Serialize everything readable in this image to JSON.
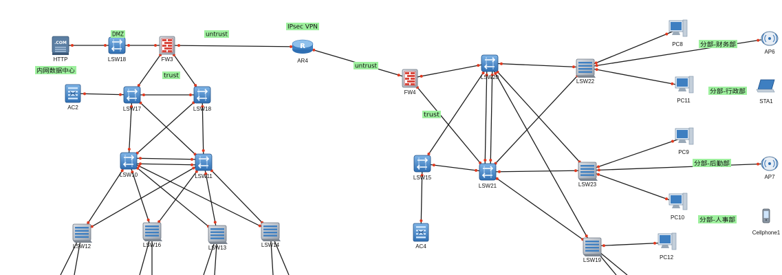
{
  "diagram": {
    "colors": {
      "link": "#1d1d1d",
      "endpoint_dot": "#e0391f",
      "tag_bg": "#9ef09e",
      "device_blue": "#3e7fc1"
    },
    "nodes": [
      {
        "id": "HTTP",
        "label": "HTTP",
        "icon": "server-icon"
      },
      {
        "id": "LSW18a",
        "label": "LSW18",
        "icon": "switch-icon"
      },
      {
        "id": "FW3",
        "label": "FW3",
        "icon": "firewall-icon"
      },
      {
        "id": "AR4",
        "label": "AR4",
        "icon": "router-icon"
      },
      {
        "id": "AC2",
        "label": "AC2",
        "icon": "ac-controller-icon"
      },
      {
        "id": "LSW17",
        "label": "LSW17",
        "icon": "switch-icon"
      },
      {
        "id": "LSW18b",
        "label": "LSW18",
        "icon": "switch-icon"
      },
      {
        "id": "LSW10",
        "label": "LSW10",
        "icon": "switch-icon"
      },
      {
        "id": "LSW11",
        "label": "LSW11",
        "icon": "switch-icon"
      },
      {
        "id": "LSW12",
        "label": "LSW12",
        "icon": "access-switch-icon"
      },
      {
        "id": "LSW16",
        "label": "LSW16",
        "icon": "access-switch-icon"
      },
      {
        "id": "LSW13",
        "label": "LSW13",
        "icon": "access-switch-icon"
      },
      {
        "id": "LSW14",
        "label": "LSW14",
        "icon": "access-switch-icon"
      },
      {
        "id": "FW4",
        "label": "FW4",
        "icon": "firewall-icon"
      },
      {
        "id": "LSW20",
        "label": "LSW20",
        "icon": "switch-icon"
      },
      {
        "id": "LSW21",
        "label": "LSW21",
        "icon": "switch-icon"
      },
      {
        "id": "LSW15",
        "label": "LSW15",
        "icon": "switch-icon"
      },
      {
        "id": "AC4",
        "label": "AC4",
        "icon": "ac-controller-icon"
      },
      {
        "id": "LSW22",
        "label": "LSW22",
        "icon": "access-switch-icon"
      },
      {
        "id": "LSW23",
        "label": "LSW23",
        "icon": "access-switch-icon"
      },
      {
        "id": "LSW19",
        "label": "LSW19",
        "icon": "access-switch-icon"
      },
      {
        "id": "PC8",
        "label": "PC8",
        "icon": "pc-icon"
      },
      {
        "id": "PC11",
        "label": "PC11",
        "icon": "pc-icon"
      },
      {
        "id": "PC9",
        "label": "PC9",
        "icon": "pc-icon"
      },
      {
        "id": "PC10",
        "label": "PC10",
        "icon": "pc-icon"
      },
      {
        "id": "PC12",
        "label": "PC12",
        "icon": "pc-icon"
      },
      {
        "id": "AP6",
        "label": "AP6",
        "icon": "access-point-icon"
      },
      {
        "id": "AP7",
        "label": "AP7",
        "icon": "access-point-icon"
      },
      {
        "id": "STA1",
        "label": "STA1",
        "icon": "laptop-icon"
      },
      {
        "id": "Cellphone1",
        "label": "Cellphone1",
        "icon": "cellphone-icon"
      }
    ],
    "tags": [
      {
        "id": "dmz",
        "text": "DMZ"
      },
      {
        "id": "untrust1",
        "text": "untrust"
      },
      {
        "id": "ipsec",
        "text": "IPsec VPN"
      },
      {
        "id": "intranet",
        "text": "内网数据中心"
      },
      {
        "id": "trust1",
        "text": "trust"
      },
      {
        "id": "untrust2",
        "text": "untrust"
      },
      {
        "id": "trust2",
        "text": "trust"
      },
      {
        "id": "finance",
        "text": "分部-财务部"
      },
      {
        "id": "admin",
        "text": "分部-行政部"
      },
      {
        "id": "logistics",
        "text": "分部-后勤部"
      },
      {
        "id": "hr",
        "text": "分部-人事部"
      }
    ],
    "links": [
      [
        "HTTP",
        "LSW18a"
      ],
      [
        "LSW18a",
        "FW3"
      ],
      [
        "FW3",
        "AR4"
      ],
      [
        "AR4",
        "FW4"
      ],
      [
        "FW3",
        "LSW17"
      ],
      [
        "FW3",
        "LSW18b"
      ],
      [
        "AC2",
        "LSW17"
      ],
      [
        "LSW17",
        "LSW18b"
      ],
      [
        "LSW17",
        "LSW10"
      ],
      [
        "LSW17",
        "LSW11"
      ],
      [
        "LSW18b",
        "LSW10"
      ],
      [
        "LSW18b",
        "LSW11"
      ],
      [
        "LSW10",
        "LSW11"
      ],
      [
        "LSW10",
        "LSW12"
      ],
      [
        "LSW10",
        "LSW16"
      ],
      [
        "LSW10",
        "LSW13"
      ],
      [
        "LSW10",
        "LSW14"
      ],
      [
        "LSW11",
        "LSW12"
      ],
      [
        "LSW11",
        "LSW16"
      ],
      [
        "LSW11",
        "LSW13"
      ],
      [
        "LSW11",
        "LSW14"
      ],
      [
        "FW4",
        "LSW20"
      ],
      [
        "FW4",
        "LSW21"
      ],
      [
        "LSW20",
        "LSW21"
      ],
      [
        "LSW20",
        "LSW15"
      ],
      [
        "LSW20",
        "LSW22"
      ],
      [
        "LSW20",
        "LSW23"
      ],
      [
        "LSW20",
        "LSW19"
      ],
      [
        "LSW21",
        "LSW15"
      ],
      [
        "LSW21",
        "LSW22"
      ],
      [
        "LSW21",
        "LSW23"
      ],
      [
        "LSW21",
        "LSW19"
      ],
      [
        "LSW15",
        "AC4"
      ],
      [
        "LSW22",
        "PC8"
      ],
      [
        "LSW22",
        "PC11"
      ],
      [
        "LSW22",
        "AP6"
      ],
      [
        "LSW23",
        "PC9"
      ],
      [
        "LSW23",
        "PC10"
      ],
      [
        "LSW23",
        "AP7"
      ],
      [
        "LSW19",
        "PC12"
      ]
    ]
  }
}
